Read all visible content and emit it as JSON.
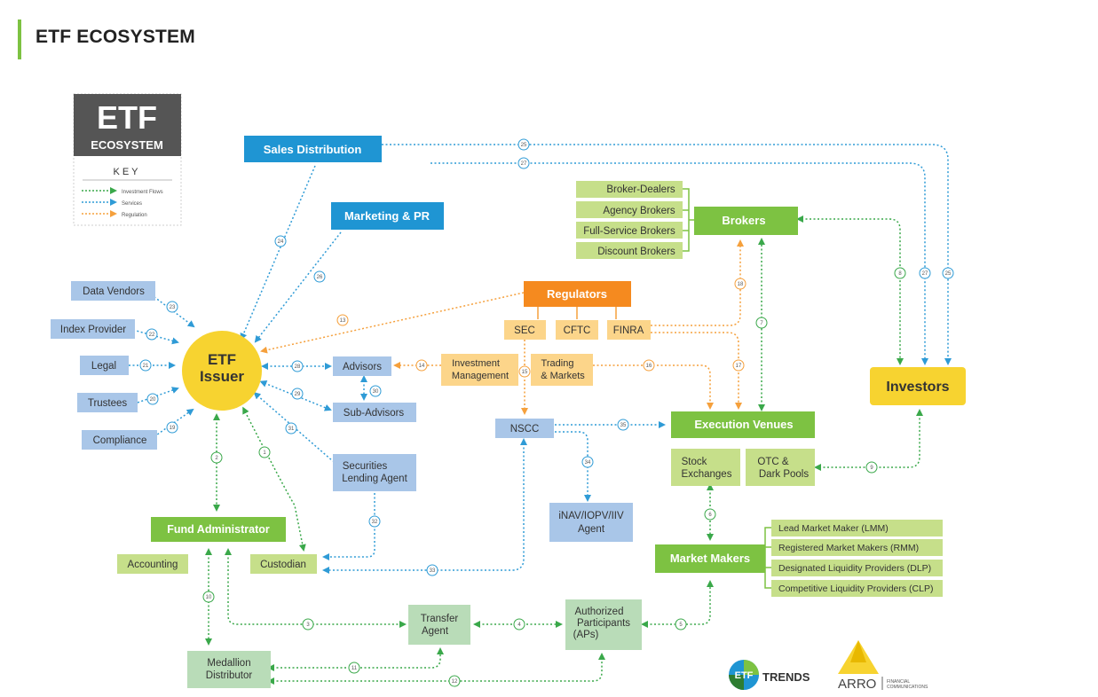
{
  "page": {
    "title": "ETF ECOSYSTEM"
  },
  "key": {
    "title_line1": "ETF",
    "title_line2": "ECOSYSTEM",
    "heading": "KEY",
    "items": [
      {
        "label": "Investment Flows",
        "color": "#3aa84a"
      },
      {
        "label": "Services",
        "color": "#2f9bd6"
      },
      {
        "label": "Regulation",
        "color": "#f5a03c"
      }
    ]
  },
  "colors": {
    "flow": "#3aa84a",
    "service": "#2f9bd6",
    "regulation": "#f5a03c",
    "blue_dark": "#1f95d3",
    "blue_light": "#a9c6e8",
    "green_dark": "#7dc242",
    "green_light": "#c6df8a",
    "orange_dark": "#f58a1f",
    "orange_light": "#fcd58a",
    "yellow": "#f7d330",
    "mint": "#b9dcb8"
  },
  "nodes": {
    "etf_issuer": {
      "line1": "ETF",
      "line2": "Issuer"
    },
    "sales_distribution": "Sales Distribution",
    "marketing_pr": "Marketing & PR",
    "data_vendors": "Data Vendors",
    "index_provider": "Index Provider",
    "legal": "Legal",
    "trustees": "Trustees",
    "compliance": "Compliance",
    "advisors": "Advisors",
    "sub_advisors": "Sub-Advisors",
    "securities_lending": {
      "line1": "Securities",
      "line2": "Lending Agent"
    },
    "fund_administrator": "Fund Administrator",
    "accounting": "Accounting",
    "custodian": "Custodian",
    "medallion": {
      "line1": "Medallion",
      "line2": "Distributor"
    },
    "transfer_agent": {
      "line1": "Transfer",
      "line2": "Agent"
    },
    "authorized_participants": {
      "line1": "Authorized",
      "line2": "Participants",
      "line3": "(APs)"
    },
    "regulators": "Regulators",
    "sec": "SEC",
    "cftc": "CFTC",
    "finra": "FINRA",
    "investment_management": {
      "line1": "Investment",
      "line2": "Management"
    },
    "trading_markets": {
      "line1": "Trading",
      "line2": "& Markets"
    },
    "nscc": "NSCC",
    "inav": {
      "line1": "iNAV/IOPV/IIV",
      "line2": "Agent"
    },
    "brokers": "Brokers",
    "broker_dealers": "Broker-Dealers",
    "agency_brokers": "Agency Brokers",
    "full_service_brokers": "Full-Service Brokers",
    "discount_brokers": "Discount Brokers",
    "execution_venues": "Execution Venues",
    "stock_exchanges": {
      "line1": "Stock",
      "line2": "Exchanges"
    },
    "otc_dark_pools": {
      "line1": "OTC &",
      "line2": "Dark Pools"
    },
    "investors": "Investors",
    "market_makers": "Market Makers",
    "lmm": "Lead Market Maker (LMM)",
    "rmm": "Registered Market Makers (RMM)",
    "dlp": "Designated Liquidity Providers (DLP)",
    "clp": "Competitive Liquidity Providers (CLP)"
  },
  "edge_labels": {
    "e1": "1",
    "e2": "2",
    "e3": "3",
    "e4": "4",
    "e5": "5",
    "e6": "6",
    "e7": "7",
    "e8": "8",
    "e9": "9",
    "e10": "10",
    "e11": "11",
    "e12": "12",
    "e13": "13",
    "e14": "14",
    "e15": "15",
    "e16": "16",
    "e17": "17",
    "e18": "18",
    "e19": "19",
    "e20": "20",
    "e21": "21",
    "e22": "22",
    "e23": "23",
    "e24": "24",
    "e25": "25",
    "e26": "26",
    "e27": "27",
    "e28": "28",
    "e29": "29",
    "e30": "30",
    "e31": "31",
    "e32": "32",
    "e33": "33",
    "e34": "34",
    "e35": "35"
  },
  "logos": {
    "etf_trends": {
      "mark": "ETF",
      "word": "TRENDS"
    },
    "arro": {
      "word": "ARRO",
      "tag_line1": "FINANCIAL",
      "tag_line2": "COMMUNICATIONS"
    }
  }
}
